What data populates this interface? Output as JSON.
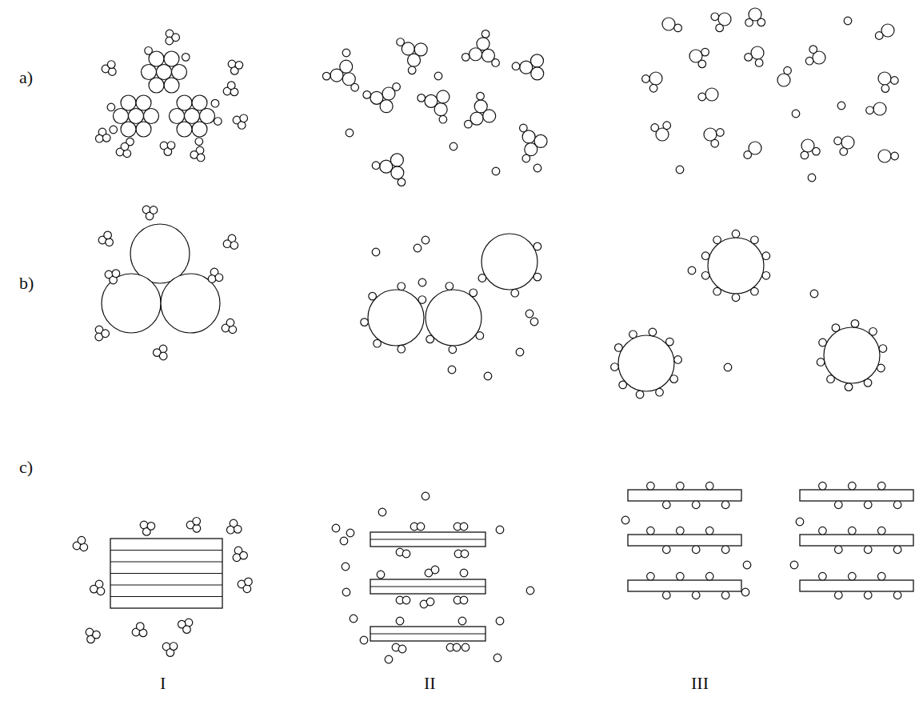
{
  "diagram": {
    "labels": [
      "a)",
      "b)",
      "c)",
      "I",
      "II",
      "III"
    ]
  }
}
